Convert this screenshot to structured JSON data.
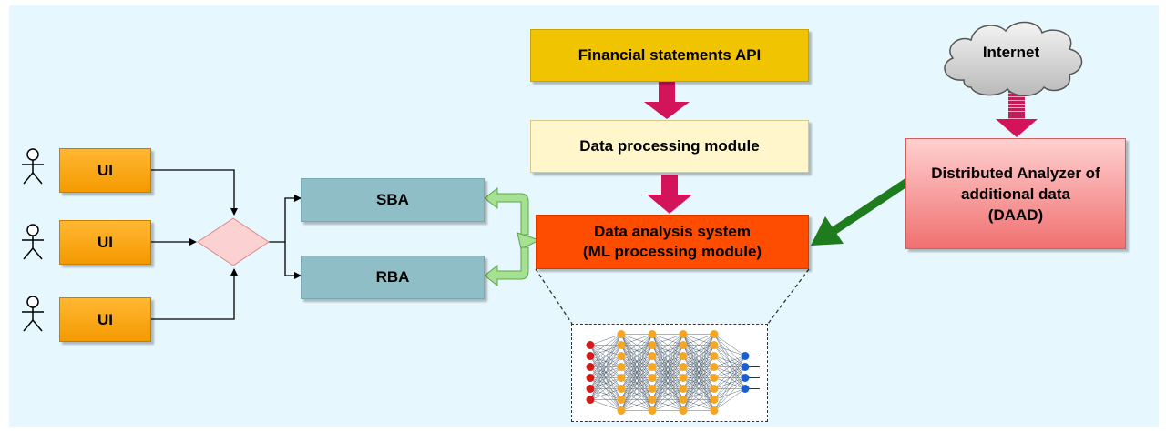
{
  "diagram": {
    "users": [
      {
        "icon": "person-icon",
        "label": "UI"
      },
      {
        "icon": "person-icon",
        "label": "UI"
      },
      {
        "icon": "person-icon",
        "label": "UI"
      }
    ],
    "sba_label": "SBA",
    "rba_label": "RBA",
    "api_label": "Financial statements API",
    "processing_label": "Data processing module",
    "ml_line1": "Data analysis system",
    "ml_line2": "(ML processing module)",
    "internet_label": "Internet",
    "daad_line1": "Distributed Analyzer of",
    "daad_line2": "additional data",
    "daad_line3": "(DAAD)",
    "colors": {
      "background": "#e6f7fd",
      "ui": "#f5a800",
      "teal": "#8fbec6",
      "api": "#f0c400",
      "processing": "#fff6cc",
      "ml": "#ff4d00",
      "daad": "#f07070",
      "pink_arrow": "#d4145a",
      "green_arrow": "#1e7b1e",
      "light_green_arrow": "#8ed47a"
    },
    "network": {
      "icon": "neural-network-icon",
      "layers": [
        6,
        8,
        8,
        8,
        8,
        4
      ]
    }
  }
}
